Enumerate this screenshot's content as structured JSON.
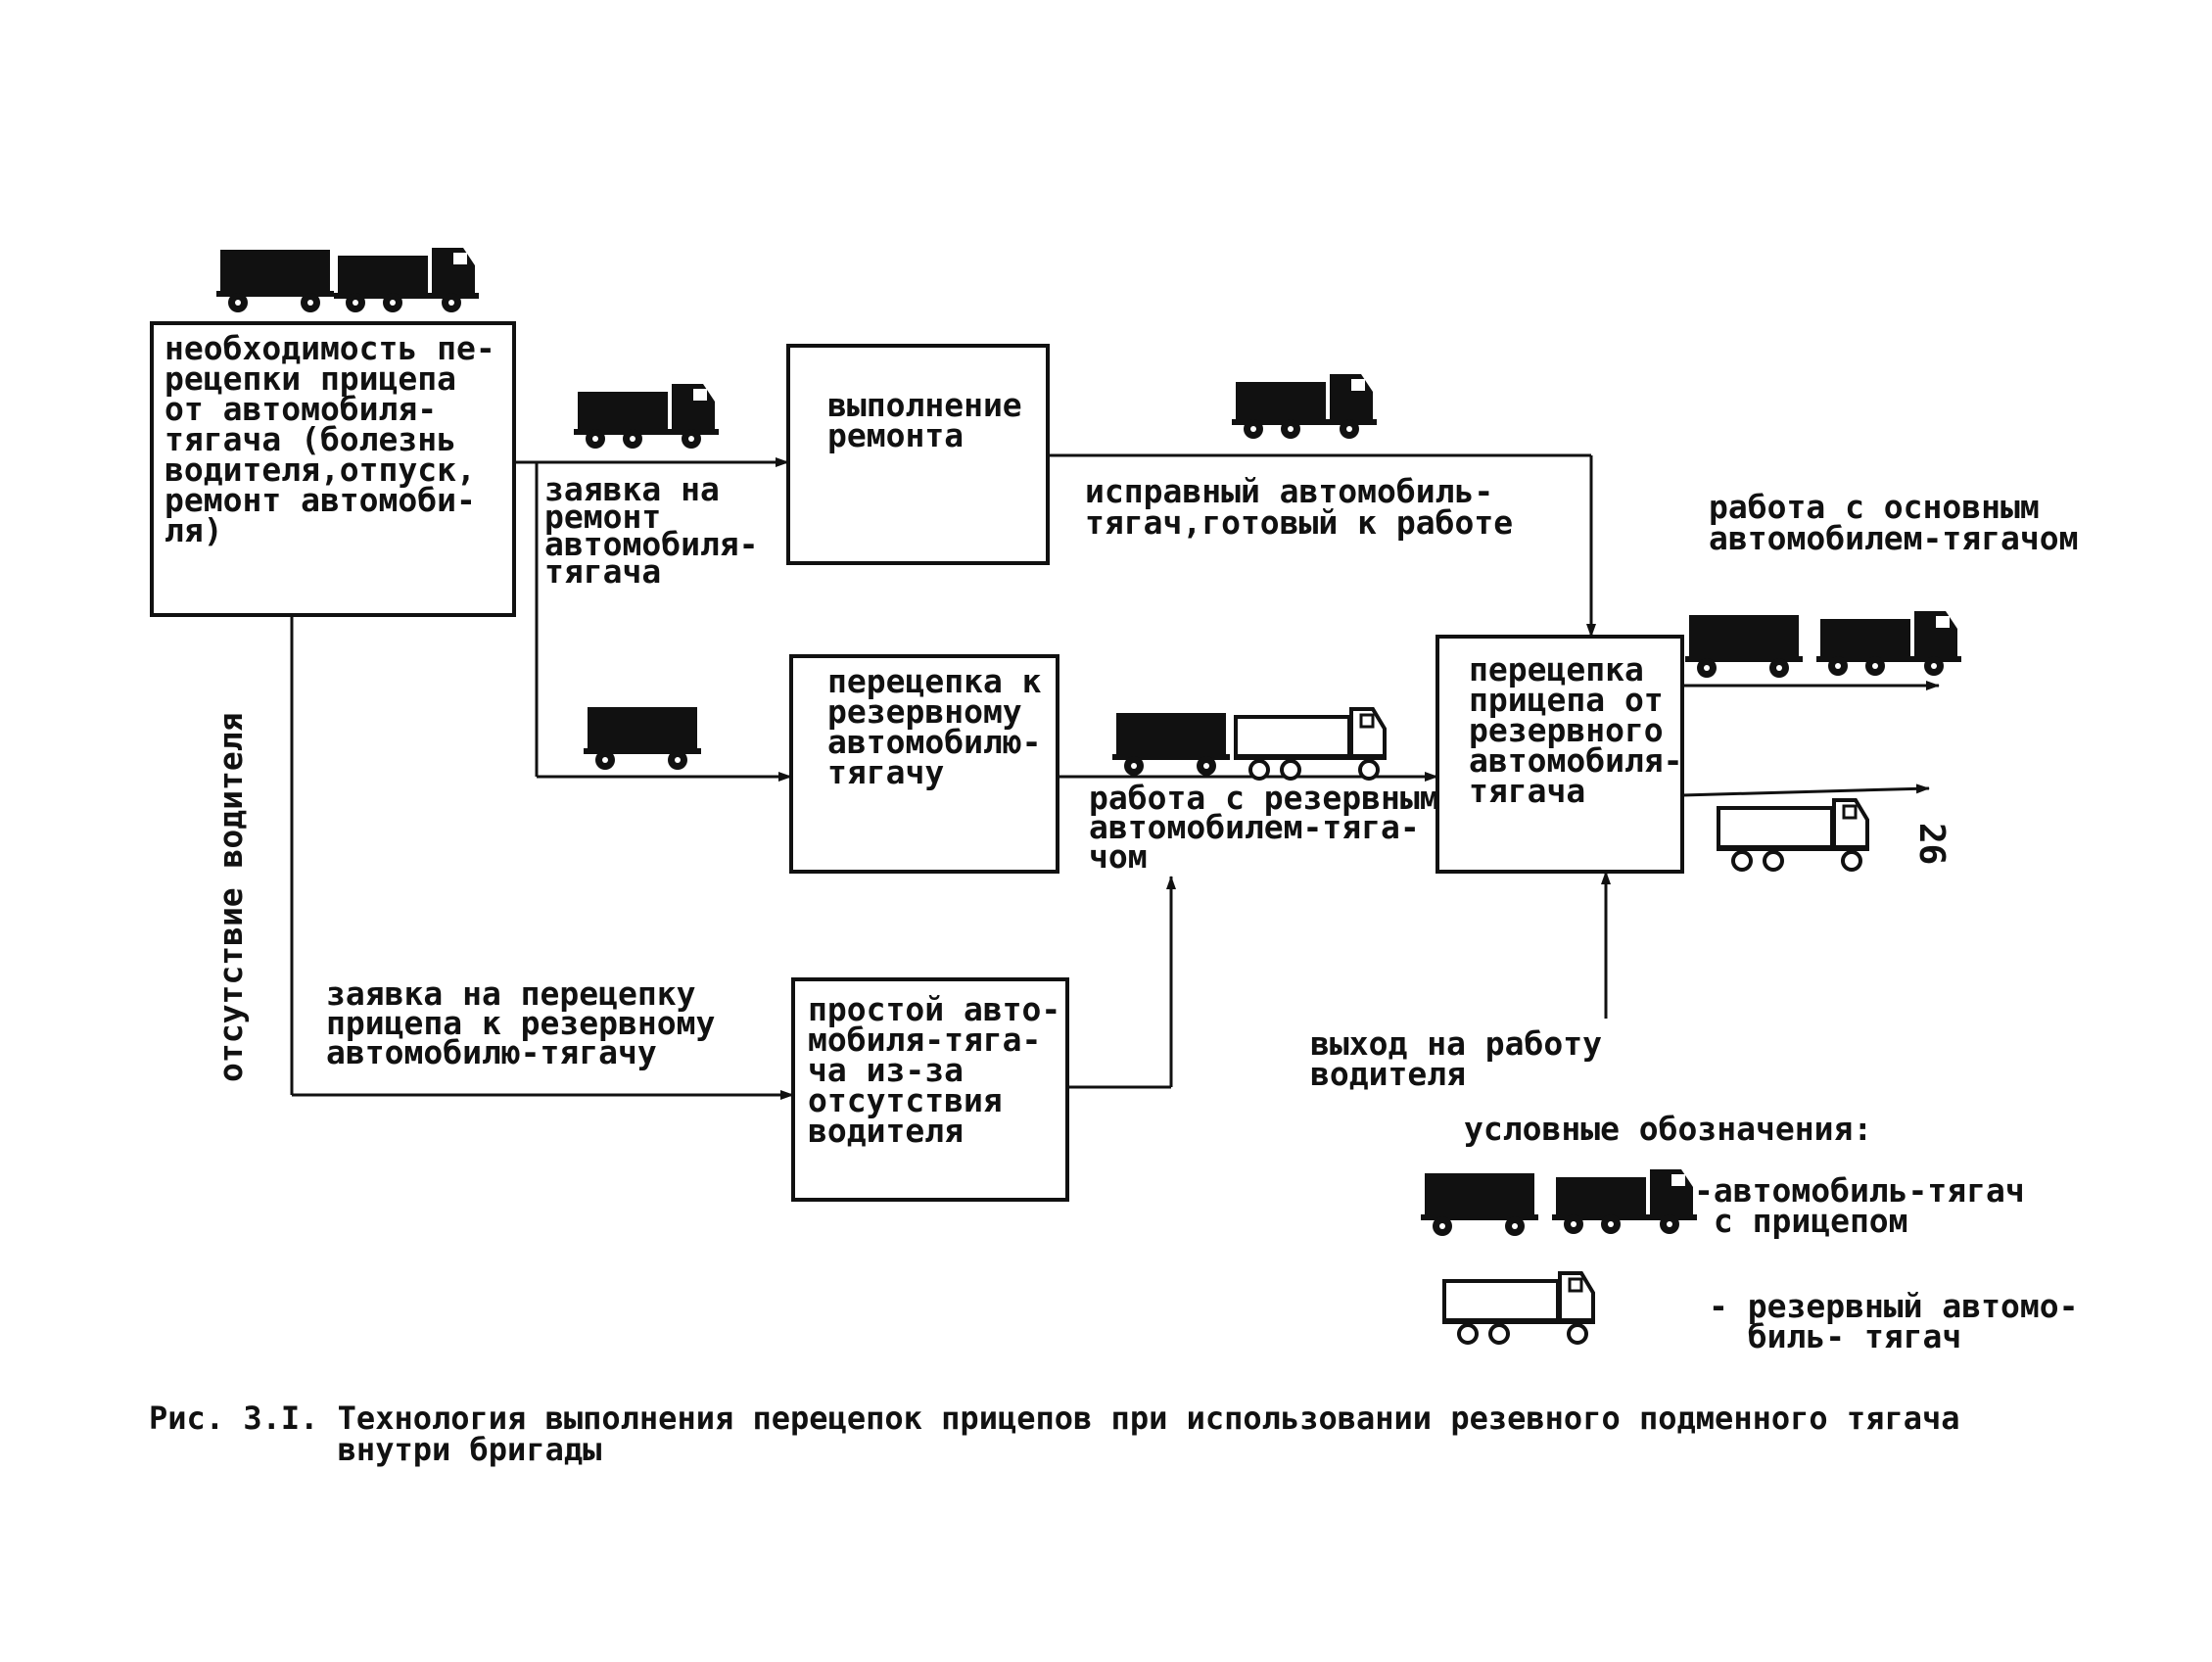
{
  "boxes": {
    "need": "необходимость пе-\nрецепки прицепа\nот автомобиля-\nтягача (болезнь\nводителя,отпуск,\nремонт автомоби-\nля)",
    "repair": "выполнение\nремонта",
    "recouple_reserve": "перецепка к\nрезервному\nавтомобилю-\nтягачу",
    "idle": "простой авто-\nмобиля-тяга-\nча из-за\nотсутствия\nводителя",
    "recouple_back": "перецепка\nприцепа от\nрезервного\nавтомобиля-\nтягача"
  },
  "labels": {
    "repair_request": "заявка на\nремонт\nавтомобиля-\nтягача",
    "tractor_ready": "исправный автомобиль-\nтягач,готовый к работе",
    "work_main": "работа с основным\nавтомобилем-тягачом",
    "work_reserve": "работа с резервным\nавтомобилем-тяга-\nчом",
    "recouple_request": "заявка на перецепку\nприцепа к резервному\nавтомобилю-тягачу",
    "driver_absent": "отсутствие водителя",
    "driver_return": "выход на работу\nводителя",
    "page_number": "26"
  },
  "legend": {
    "title": "условные обозначения:",
    "tractor_trailer": "-автомобиль-тягач\n с прицепом",
    "reserve_tractor": "- резервный автомо-\n  биль- тягач"
  },
  "caption": "Рис. 3.I. Технология выполнения перецепок прицепов при использовании резевного подменного тягача\n          внутри бригады",
  "icons": {
    "tractor_trailer": "truck-with-trailer-icon",
    "tractor": "truck-icon",
    "trailer": "trailer-icon",
    "reserve_truck": "reserve-truck-outline-icon"
  },
  "colors": {
    "ink": "#111111",
    "paper": "#ffffff"
  }
}
